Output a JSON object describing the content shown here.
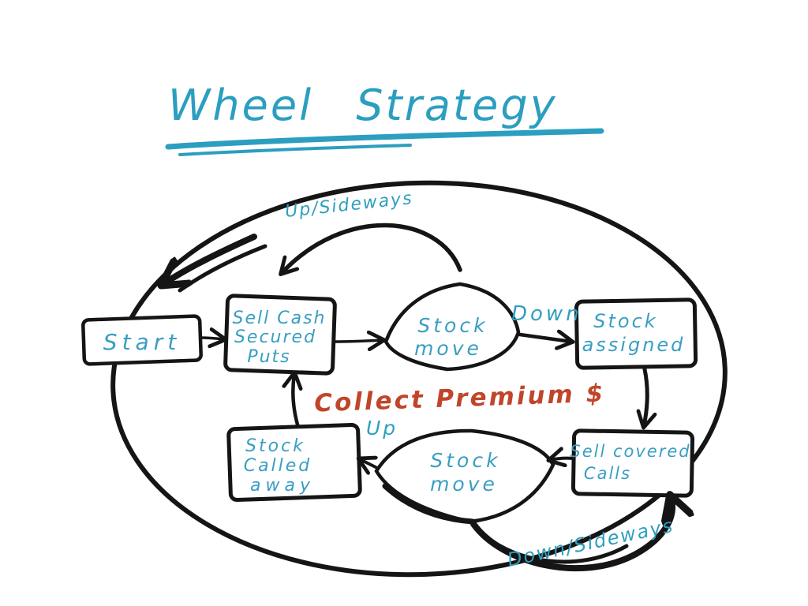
{
  "title": "Wheel Strategy",
  "center_note": "Collect Premium $",
  "colors": {
    "ink": "#151515",
    "teal": "#2f9fbe",
    "node_teal": "#3a9ec2",
    "red": "#c0452a",
    "background": "#ffffff"
  },
  "nodes": {
    "start": {
      "label": "Start"
    },
    "sell_cash_secured_puts": {
      "line1": "Sell Cash",
      "line2": "Secured",
      "line3": "Puts"
    },
    "stock_move_top": {
      "line1": "Stock",
      "line2": "move"
    },
    "stock_assigned": {
      "line1": "Stock",
      "line2": "assigned"
    },
    "sell_covered_calls": {
      "line1": "Sell covered",
      "line2": "Calls"
    },
    "stock_move_bottom": {
      "line1": "Stock",
      "line2": "move"
    },
    "stock_called_away": {
      "line1": "Stock",
      "line2": "Called",
      "line3": "away"
    }
  },
  "edge_labels": {
    "up_sideways": "Up/Sideways",
    "down": "Down",
    "up": "Up",
    "down_sideways": "Down/Sideways"
  }
}
